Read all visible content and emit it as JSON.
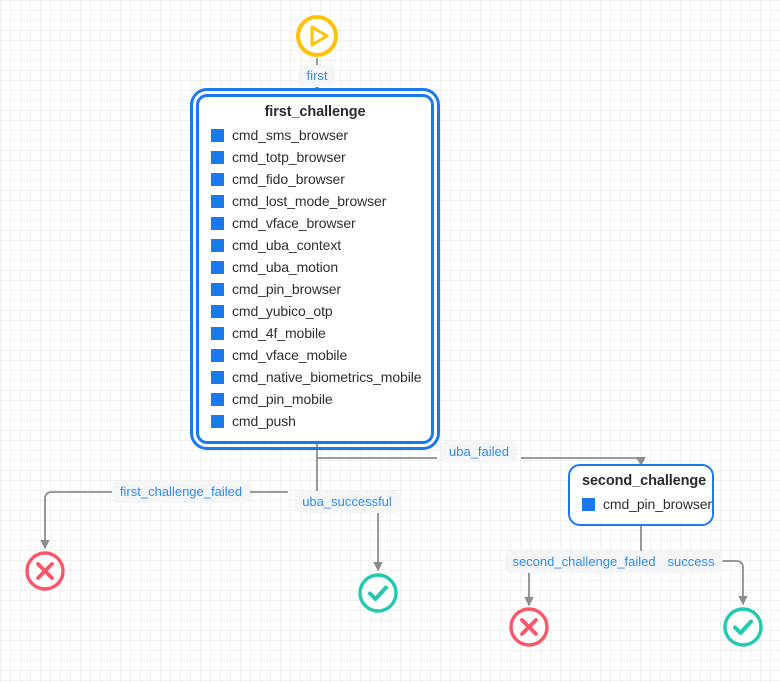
{
  "diagram": {
    "type": "authentication-policy-flowchart",
    "colors": {
      "node_border": "#1a7aed",
      "bullet": "#1a7aed",
      "start": "#ffc107",
      "failure": "#f9566a",
      "success": "#21c9ae",
      "edge": "#8c8c8c",
      "label_text": "#2f8cf0",
      "label_bg": "#f4f5f7"
    },
    "start_node": {
      "icon": "play-circle-icon",
      "label": "first"
    },
    "nodes": [
      {
        "id": "first_challenge",
        "title": "first_challenge",
        "selected": true,
        "items": [
          "cmd_sms_browser",
          "cmd_totp_browser",
          "cmd_fido_browser",
          "cmd_lost_mode_browser",
          "cmd_vface_browser",
          "cmd_uba_context",
          "cmd_uba_motion",
          "cmd_pin_browser",
          "cmd_yubico_otp",
          "cmd_4f_mobile",
          "cmd_vface_mobile",
          "cmd_native_biometrics_mobile",
          "cmd_pin_mobile",
          "cmd_push"
        ]
      },
      {
        "id": "second_challenge",
        "title": "second_challenge",
        "selected": false,
        "items": [
          "cmd_pin_browser"
        ]
      }
    ],
    "edges": [
      {
        "id": "e-first",
        "label": "first",
        "from": "start",
        "to": "first_challenge"
      },
      {
        "id": "e-fcf",
        "label": "first_challenge_failed",
        "from": "first_challenge",
        "to": "failure_left"
      },
      {
        "id": "e-ubas",
        "label": "uba_successful",
        "from": "first_challenge",
        "to": "success_mid"
      },
      {
        "id": "e-ubaf",
        "label": "uba_failed",
        "from": "first_challenge",
        "to": "second_challenge"
      },
      {
        "id": "e-scf",
        "label": "second_challenge_failed",
        "from": "second_challenge",
        "to": "failure_right"
      },
      {
        "id": "e-succ",
        "label": "success",
        "from": "second_challenge",
        "to": "success_right"
      }
    ],
    "terminals": [
      {
        "id": "failure_left",
        "icon": "x-circle-icon",
        "kind": "failure"
      },
      {
        "id": "success_mid",
        "icon": "check-circle-icon",
        "kind": "success"
      },
      {
        "id": "failure_right",
        "icon": "x-circle-icon",
        "kind": "failure"
      },
      {
        "id": "success_right",
        "icon": "check-circle-icon",
        "kind": "success"
      }
    ]
  }
}
